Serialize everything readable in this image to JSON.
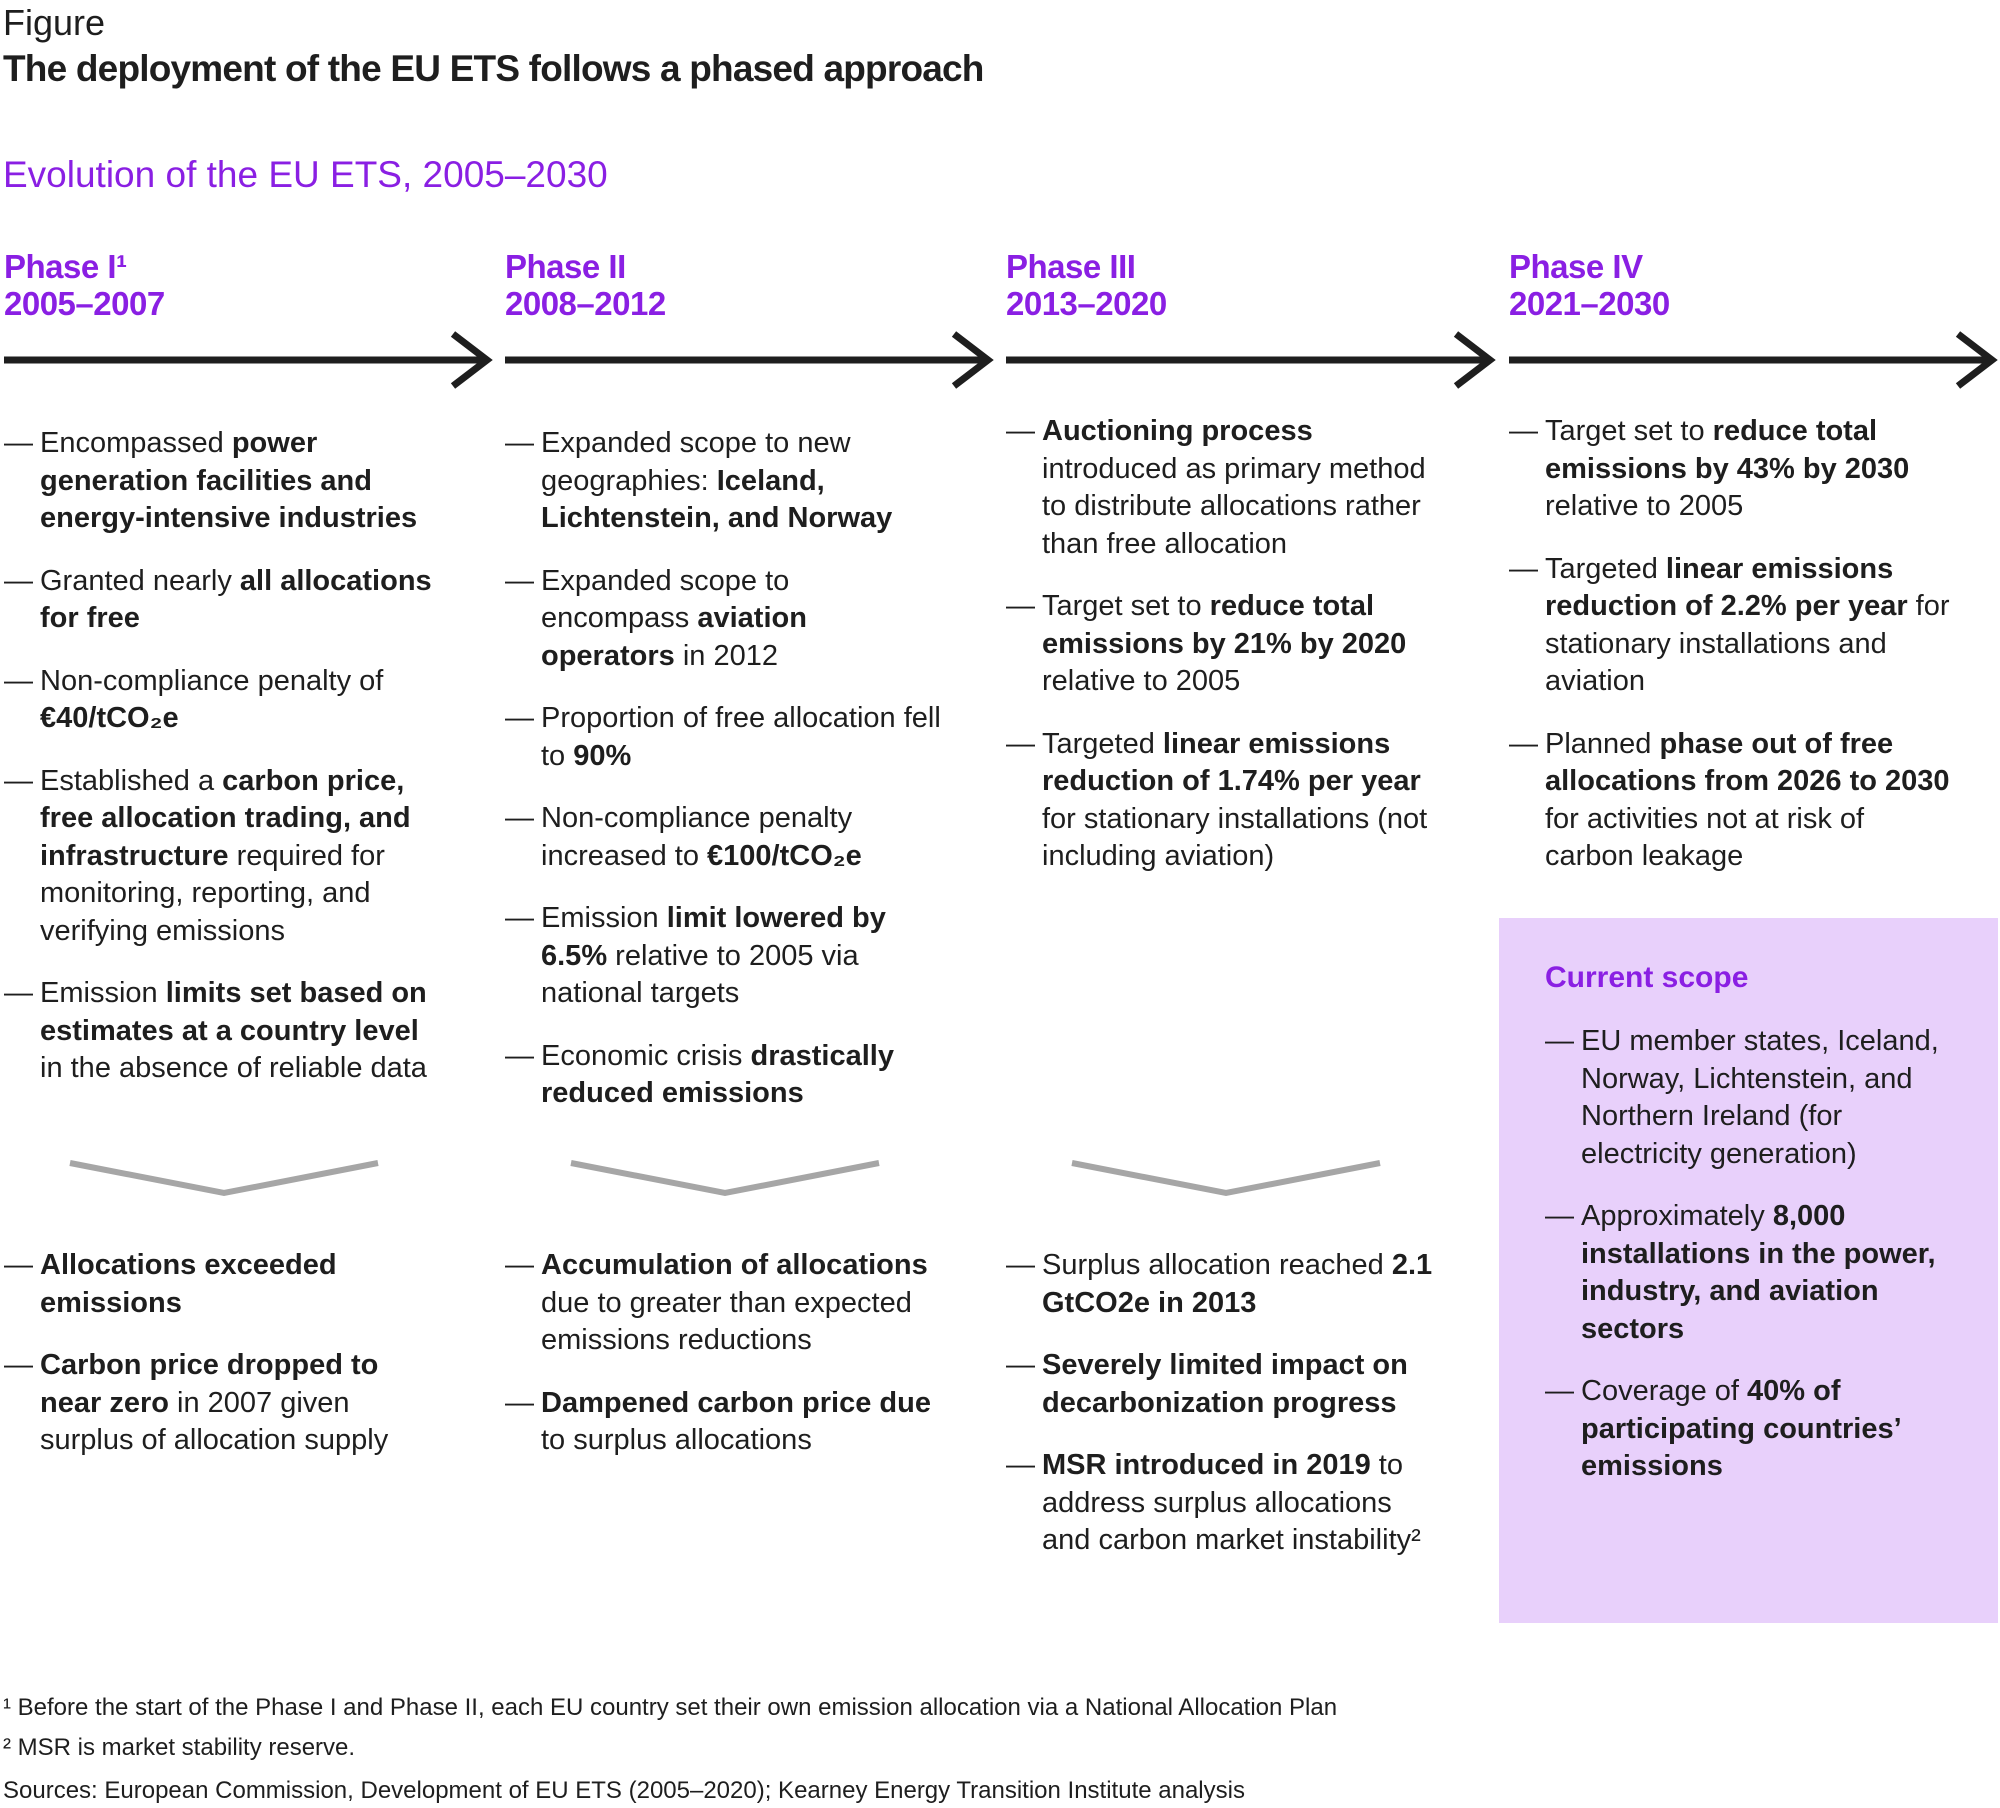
{
  "figure_label": "Figure",
  "title": "The deployment of the EU ETS follows a phased approach",
  "subtitle": "Evolution of the EU ETS, 2005–2030",
  "colors": {
    "accent": "#8a1fe3",
    "scope_bg": "#e8d0fb",
    "chevron": "#a6a6a6",
    "arrow": "#1e1e1e"
  },
  "phases": [
    {
      "name": "Phase I¹",
      "years": "2005–2007",
      "features": [
        [
          {
            "t": "Encompassed "
          },
          {
            "t": "power generation facilities and energy-intensive industries",
            "b": true
          }
        ],
        [
          {
            "t": "Granted nearly "
          },
          {
            "t": "all allocations for free",
            "b": true
          }
        ],
        [
          {
            "t": "Non-compliance penalty of "
          },
          {
            "t": "€40/tCO₂e",
            "b": true
          }
        ],
        [
          {
            "t": "Established a "
          },
          {
            "t": "carbon price, free allocation trading, and infrastructure",
            "b": true
          },
          {
            "t": " required for monitoring, reporting, and verifying emissions"
          }
        ],
        [
          {
            "t": "Emission "
          },
          {
            "t": "limits set based on estimates at a country level",
            "b": true
          },
          {
            "t": " in the absence of reliable data"
          }
        ]
      ],
      "outcomes": [
        [
          {
            "t": "Allocations exceeded emissions",
            "b": true
          }
        ],
        [
          {
            "t": "Carbon price dropped to near zero",
            "b": true
          },
          {
            "t": " in 2007 given surplus of allocation supply"
          }
        ]
      ]
    },
    {
      "name": "Phase II",
      "years": "2008–2012",
      "features": [
        [
          {
            "t": "Expanded scope to new geographies: "
          },
          {
            "t": "Iceland, Lichtenstein, and Norway",
            "b": true
          }
        ],
        [
          {
            "t": "Expanded scope to encompass "
          },
          {
            "t": "aviation operators",
            "b": true
          },
          {
            "t": " in 2012"
          }
        ],
        [
          {
            "t": "Proportion of free allocation fell to "
          },
          {
            "t": "90%",
            "b": true
          }
        ],
        [
          {
            "t": "Non-compliance penalty increased to "
          },
          {
            "t": "€100/tCO₂e",
            "b": true
          }
        ],
        [
          {
            "t": "Emission "
          },
          {
            "t": "limit lowered by 6.5%",
            "b": true
          },
          {
            "t": " relative to 2005 via national targets"
          }
        ],
        [
          {
            "t": "Economic crisis "
          },
          {
            "t": "drastically reduced emissions",
            "b": true
          }
        ]
      ],
      "outcomes": [
        [
          {
            "t": "Accumulation of allocations",
            "b": true
          },
          {
            "t": " due to greater than expected emissions reductions"
          }
        ],
        [
          {
            "t": "Dampened carbon price due",
            "b": true
          },
          {
            "t": " to surplus allocations"
          }
        ]
      ]
    },
    {
      "name": "Phase III",
      "years": "2013–2020",
      "features": [
        [
          {
            "t": "Auctioning process",
            "b": true
          },
          {
            "t": " introduced as primary method to distribute allocations rather than free allocation"
          }
        ],
        [
          {
            "t": "Target set to "
          },
          {
            "t": "reduce total emissions by 21% by 2020",
            "b": true
          },
          {
            "t": " relative to 2005"
          }
        ],
        [
          {
            "t": "Targeted "
          },
          {
            "t": "linear emissions reduction of 1.74% per year",
            "b": true
          },
          {
            "t": " for stationary installations (not including aviation)"
          }
        ]
      ],
      "outcomes": [
        [
          {
            "t": "Surplus allocation reached "
          },
          {
            "t": "2.1 GtCO2e in 2013",
            "b": true
          }
        ],
        [
          {
            "t": "Severely limited impact on decarbonization progress",
            "b": true
          }
        ],
        [
          {
            "t": "MSR introduced in 2019",
            "b": true
          },
          {
            "t": " to address surplus allocations and carbon market instability²"
          }
        ]
      ]
    },
    {
      "name": "Phase IV",
      "years": "2021–2030",
      "features": [
        [
          {
            "t": "Target set to "
          },
          {
            "t": "reduce total emissions by 43% by 2030",
            "b": true
          },
          {
            "t": " relative to 2005"
          }
        ],
        [
          {
            "t": "Targeted "
          },
          {
            "t": "linear emissions reduction of 2.2% per year",
            "b": true
          },
          {
            "t": " for stationary installations and aviation"
          }
        ],
        [
          {
            "t": "Planned "
          },
          {
            "t": "phase out of free allocations from 2026 to 2030",
            "b": true
          },
          {
            "t": " for activities not at risk of carbon leakage"
          }
        ]
      ],
      "outcomes": []
    }
  ],
  "current_scope": {
    "title": "Current scope",
    "items": [
      [
        {
          "t": "EU member states, Iceland, Norway, Lichtenstein, and Northern Ireland (for electricity generation)"
        }
      ],
      [
        {
          "t": "Approximately "
        },
        {
          "t": "8,000 installations in the power, industry, and aviation sectors",
          "b": true
        }
      ],
      [
        {
          "t": "Coverage of "
        },
        {
          "t": "40% of participating countries’ emissions",
          "b": true
        }
      ]
    ]
  },
  "dash": "—",
  "footnotes": [
    "¹ Before the start of the Phase I and Phase II, each EU country set their own emission allocation via a National Allocation Plan",
    "² MSR is market stability reserve."
  ],
  "sources": "Sources: European Commission, Development of EU ETS (2005–2020); Kearney Energy Transition Institute analysis"
}
